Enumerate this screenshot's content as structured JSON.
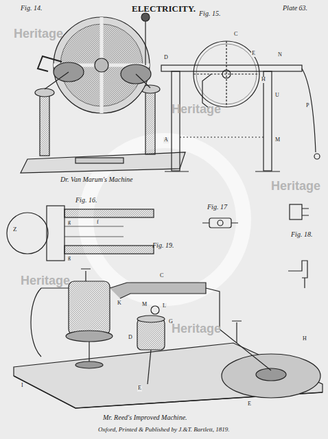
{
  "diagram": {
    "title": "ELECTRICITY.",
    "caption": "Oxford, Printed & Published by J.&T. Bartlett, 1819.",
    "labels": [
      "Fig. 14.",
      "Plate 63.",
      "Dr. Van Marum's Machine",
      "Fig. 15.",
      "Fig. 16.",
      "Fig. 17",
      "Fig. 18.",
      "Fig. 19.",
      "Mr. Reed's Improved Machine.",
      "D",
      "A",
      "M",
      "C",
      "E",
      "H",
      "N",
      "P",
      "U",
      "Z",
      "g",
      "g",
      "f",
      "C",
      "K",
      "M",
      "L",
      "G",
      "D",
      "E",
      "E",
      "I",
      "H",
      "Heritage",
      "Heritage",
      "Heritage",
      "Heritage",
      "Heritage"
    ]
  }
}
